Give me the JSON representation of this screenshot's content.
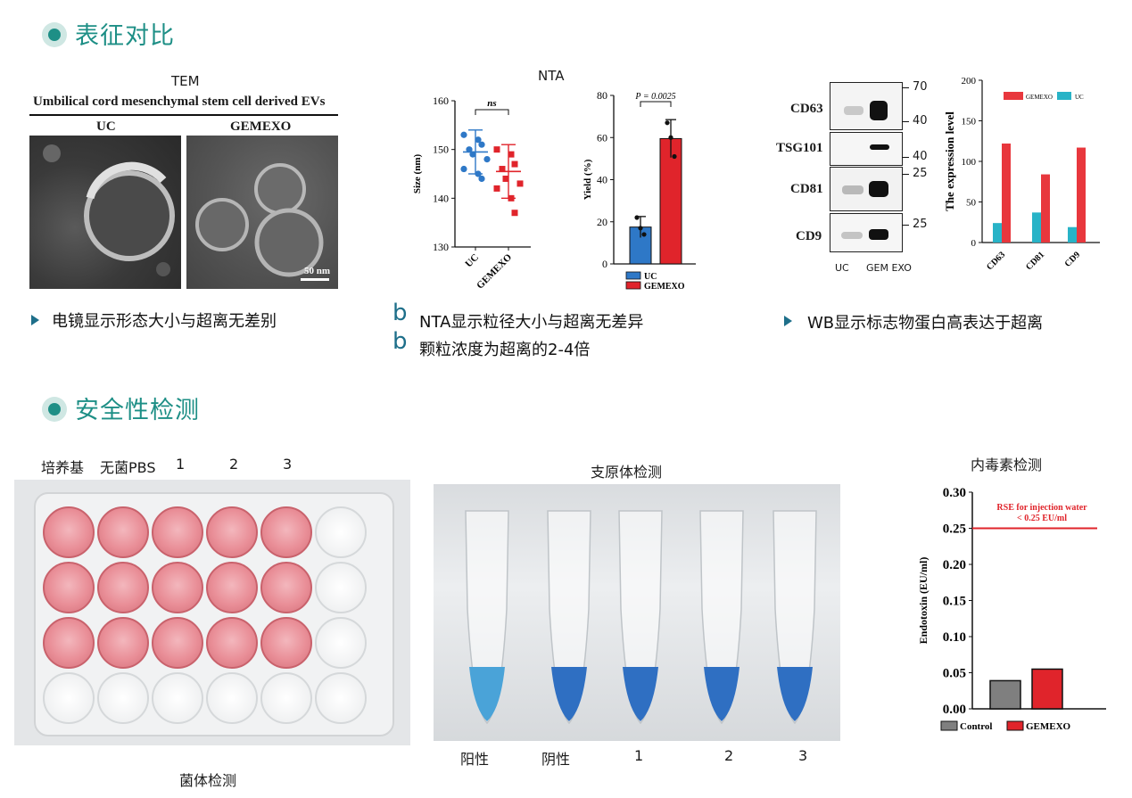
{
  "section1": {
    "title": "表征对比"
  },
  "section2": {
    "title": "安全性检测"
  },
  "tem": {
    "title": "TEM",
    "subtitle": "Umbilical cord mesenchymal stem cell derived EVs",
    "left_label": "UC",
    "right_label": "GEMEXO",
    "scale_bar": "50 nm",
    "caption": "电镜显示形态大小与超离无差别"
  },
  "nta": {
    "title": "NTA",
    "captions": [
      "NTA显示粒径大小与超离无差异",
      "颗粒浓度为超离的2-4倍"
    ],
    "bullet_char": "b"
  },
  "chart_data": [
    {
      "type": "scatter",
      "ylabel": "Size (nm)",
      "ylim": [
        130,
        160
      ],
      "yticks": [
        "130",
        "140",
        "150",
        "160"
      ],
      "categories": [
        "UC",
        "GEMEXO"
      ],
      "annotation": "ns",
      "series": [
        {
          "name": "UC",
          "color": "#2e78c7",
          "values": [
            153,
            152,
            151,
            150,
            149,
            148,
            146,
            145,
            144
          ],
          "mean": 149.5,
          "sd": 4.5
        },
        {
          "name": "GEMEXO",
          "color": "#e0242b",
          "values": [
            150,
            149,
            147,
            146,
            144,
            143,
            142,
            140,
            137
          ],
          "mean": 145.5,
          "sd": 5.5
        }
      ],
      "grid": false
    },
    {
      "type": "bar",
      "ylabel": "Yield (%)",
      "ylim": [
        0,
        80
      ],
      "yticks": [
        "0",
        "20",
        "40",
        "60",
        "80"
      ],
      "annotation": "P = 0.0025",
      "legend": [
        "UC",
        "GEMEXO"
      ],
      "series": [
        {
          "name": "UC",
          "color": "#2e78c7",
          "value": 17.5,
          "err": 5,
          "points": [
            22,
            17,
            14
          ]
        },
        {
          "name": "GEMEXO",
          "color": "#e0242b",
          "value": 59.5,
          "err": 9,
          "points": [
            67,
            60,
            51
          ]
        }
      ],
      "grid": false
    },
    {
      "type": "bar",
      "ylabel": "The expression level",
      "ylim": [
        0,
        200
      ],
      "yticks": [
        "0",
        "50",
        "100",
        "150",
        "200"
      ],
      "categories": [
        "CD63",
        "CD81",
        "CD9"
      ],
      "legend_position": "top",
      "series": [
        {
          "name": "GEMEXO",
          "color": "#e8373d",
          "values": [
            122,
            84,
            117
          ]
        },
        {
          "name": "UC",
          "color": "#28b3c7",
          "values": [
            24,
            37,
            19
          ]
        }
      ],
      "grid": false
    },
    {
      "type": "bar",
      "title": "内毒素检测",
      "ylabel": "Endotoxin (EU/ml)",
      "ylim": [
        0,
        0.3
      ],
      "yticks": [
        "0.00",
        "0.05",
        "0.10",
        "0.15",
        "0.20",
        "0.25",
        "0.30"
      ],
      "reference_line": {
        "value": 0.25,
        "label_line1": "RSE for injection water",
        "label_line2": "< 0.25 EU/ml",
        "color": "#e0242b"
      },
      "series": [
        {
          "name": "Control",
          "color": "#7f7f7f",
          "value": 0.039
        },
        {
          "name": "GEMEXO",
          "color": "#e0242b",
          "value": 0.055
        }
      ],
      "grid": false
    }
  ],
  "wb": {
    "proteins": [
      "CD63",
      "TSG101",
      "CD81",
      "CD9"
    ],
    "markers": [
      "70",
      "40",
      "40",
      "25",
      "25"
    ],
    "lane_labels": [
      "UC",
      "GEM EXO"
    ],
    "caption": "WB显示标志物蛋白高表达于超离"
  },
  "sterility": {
    "header_labels": [
      "培养基",
      "无菌PBS",
      "1",
      "2",
      "3"
    ],
    "caption": "菌体检测"
  },
  "mycoplasma": {
    "title": "支原体检测",
    "tube_labels": [
      "阳性",
      "阴性",
      "1",
      "2",
      "3"
    ]
  }
}
